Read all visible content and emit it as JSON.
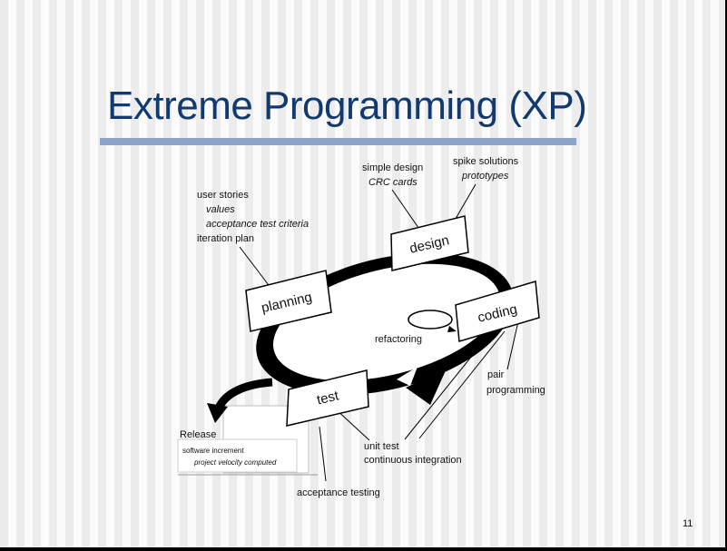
{
  "slide": {
    "title": "Extreme Programming (XP)",
    "page_number": "11"
  },
  "diagram": {
    "phases": {
      "planning": "planning",
      "design": "design",
      "coding": "coding",
      "test": "test"
    },
    "planning_notes": {
      "user_stories": "user stories",
      "values": "values",
      "acceptance_test_criteria": "acceptance test criteria",
      "iteration_plan": "iteration plan"
    },
    "design_notes": {
      "simple_design": "simple design",
      "crc_cards": "CRC cards",
      "spike_solutions": "spike solutions",
      "prototypes": "prototypes"
    },
    "coding_notes": {
      "refactoring": "refactoring",
      "pair": "pair",
      "programming": "programming"
    },
    "test_notes": {
      "unit_test": "unit test",
      "continuous_integration": "continuous integration",
      "acceptance_testing": "acceptance testing"
    },
    "release": {
      "label": "Release",
      "software_increment": "software increment",
      "project_velocity_computed": "project velocity computed"
    }
  }
}
